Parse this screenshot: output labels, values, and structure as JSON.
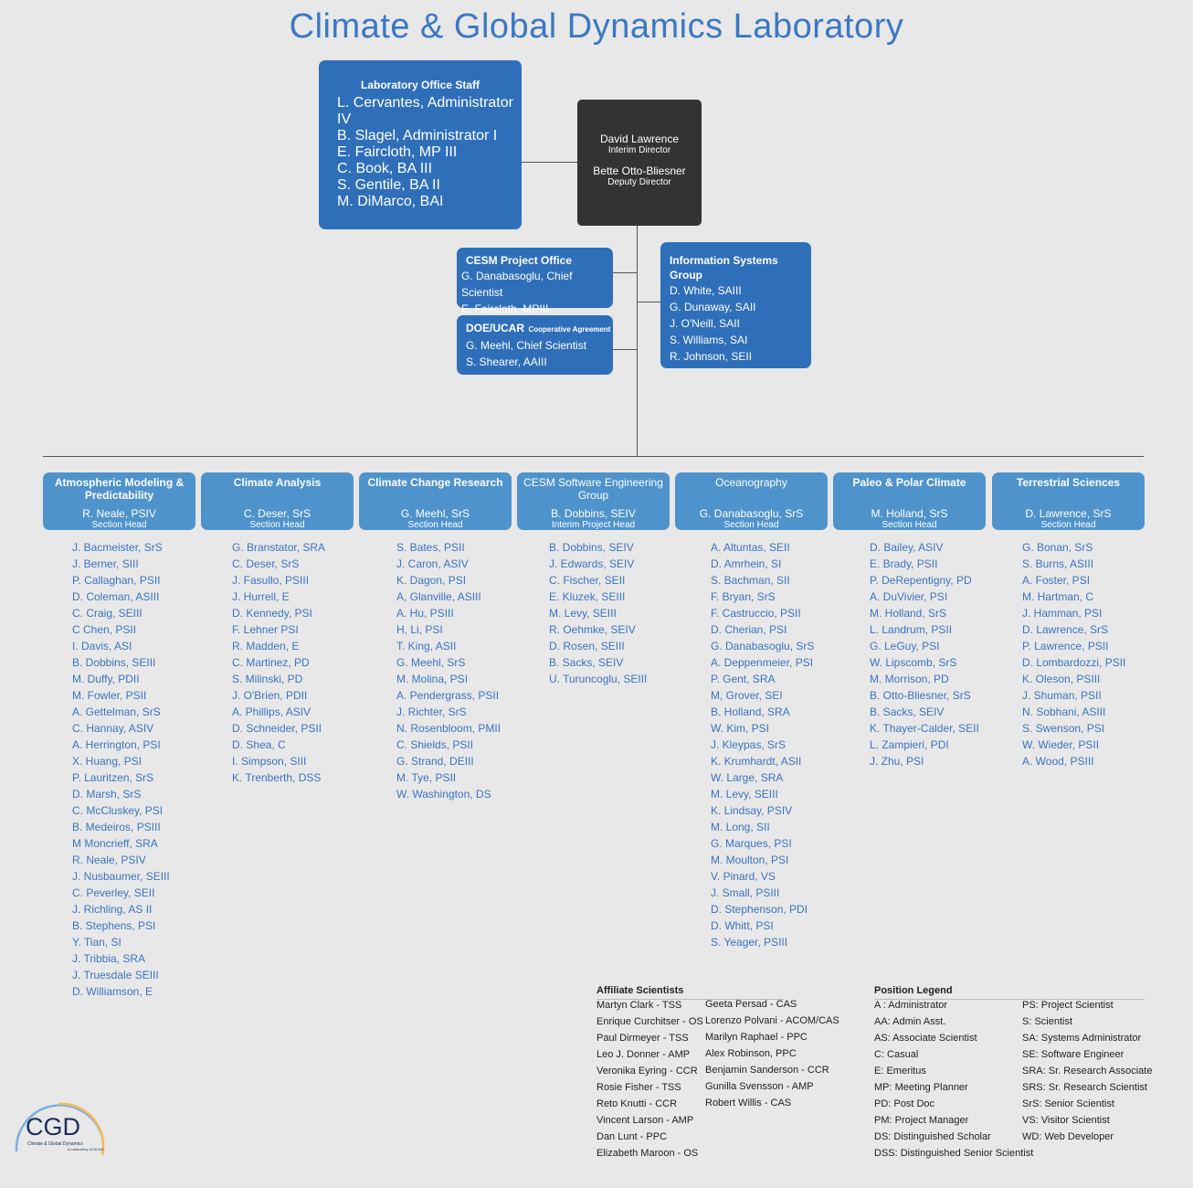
{
  "title": "Climate & Global Dynamics Laboratory",
  "office": {
    "title": "Laboratory Office Staff",
    "members": [
      "L. Cervantes, Administrator IV",
      "B. Slagel, Administrator I",
      "E. Faircloth, MP III",
      "C. Book, BA III",
      "S. Gentile, BA II",
      "M. DiMarco, BAI"
    ]
  },
  "director": {
    "name": "David Lawrence",
    "role": "Interim Director",
    "deputy_name": "Bette Otto-Bliesner",
    "deputy_role": "Deputy Director"
  },
  "cesm_office": {
    "title": "CESM Project Office",
    "members": [
      "G. Danabasoglu, Chief Scientist",
      "E. Faircloth, MPIII"
    ]
  },
  "doe": {
    "title": "DOE/UCAR",
    "subtitle": "Cooperative Agreement",
    "members": [
      "G. Meehl, Chief Scientist",
      "S. Shearer, AAIII"
    ]
  },
  "isg": {
    "title": "Information Systems Group",
    "members": [
      "D. White, SAIII",
      "G. Dunaway, SAII",
      "J. O'Neill, SAII",
      "S. Williams, SAI",
      "R. Johnson, SEII"
    ]
  },
  "sections": [
    {
      "title": "Atmospheric Modeling & Predictability",
      "bold": true,
      "head": "R. Neale, PSIV",
      "role": "Section Head",
      "members": [
        "J. Bacmeister, SrS",
        "J. Berner, SIII",
        "P. Callaghan, PSII",
        "D. Coleman, ASIII",
        "C. Craig, SEIII",
        "C Chen, PSII",
        "I. Davis, ASI",
        "B. Dobbins, SEIII",
        "M. Duffy, PDII",
        "M. Fowler, PSII",
        "A. Gettelman, SrS",
        "C. Hannay, ASIV",
        "A. Herrington, PSI",
        "X. Huang, PSI",
        "P. Lauritzen, SrS",
        "D. Marsh, SrS",
        "C. McCluskey, PSI",
        "B. Medeiros, PSIII",
        "M Moncrieff, SRA",
        "R. Neale, PSIV",
        "J. Nusbaumer, SEIII",
        "C. Peverley, SEII",
        "J. Richling, AS II",
        "B. Stephens, PSI",
        "Y. Tian, SI",
        "J. Tribbia, SRA",
        "J. Truesdale SEIII",
        "D. Williamson, E"
      ]
    },
    {
      "title": "Climate Analysis",
      "bold": true,
      "head": "C. Deser, SrS",
      "role": "Section Head",
      "members": [
        "G. Branstator, SRA",
        "C. Deser, SrS",
        "J. Fasullo, PSIII",
        "J. Hurrell, E",
        "D. Kennedy, PSI",
        "F. Lehner PSI",
        "R. Madden, E",
        "C. Martinez, PD",
        "S. Milinski, PD",
        "J. O'Brien, PDII",
        "A. Phillips, ASIV",
        "D. Schneider, PSII",
        "D. Shea, C",
        "I. Simpson, SIII",
        "K. Trenberth, DSS"
      ]
    },
    {
      "title": "Climate Change Research",
      "bold": true,
      "head": "G. Meehl, SrS",
      "role": "Section Head",
      "members": [
        "S. Bates, PSII",
        "J. Caron, ASIV",
        "K. Dagon, PSI",
        "A, Glanville, ASIII",
        "A. Hu, PSIII",
        "H, Li, PSI",
        "T. King, ASII",
        "G. Meehl, SrS",
        "M. Molina, PSI",
        "A. Pendergrass, PSII",
        "J. Richter, SrS",
        "N. Rosenbloom, PMII",
        "C. Shields, PSII",
        "G. Strand, DEIII",
        "M. Tye, PSII",
        "W. Washington, DS"
      ]
    },
    {
      "title": "CESM Software Engineering Group",
      "bold": false,
      "head": "B. Dobbins, SEIV",
      "role": "Interim Project Head",
      "members": [
        "B. Dobbins, SEIV",
        "J. Edwards, SEIV",
        "C. Fischer, SEII",
        "E. Kluzek, SEIII",
        "M. Levy, SEIII",
        "R. Oehmke, SEIV",
        "D. Rosen, SEIII",
        "B. Sacks, SEIV",
        "U. Turuncoglu, SEIII"
      ]
    },
    {
      "title": "Oceanography",
      "bold": false,
      "head": "G. Danabasoglu, SrS",
      "role": "Section Head",
      "members": [
        "A. Altuntas, SEII",
        "D. Amrhein, SI",
        "S. Bachman, SII",
        "F. Bryan, SrS",
        "F. Castruccio, PSII",
        "D. Cherian, PSI",
        "G. Danabasoglu, SrS",
        "A. Deppenmeier, PSI",
        "P. Gent, SRA",
        "M, Grover, SEI",
        "B. Holland, SRA",
        "W. Kim, PSI",
        "J. Kleypas, SrS",
        "K. Krumhardt, ASII",
        "W. Large, SRA",
        "M. Levy, SEIII",
        "K. Lindsay, PSIV",
        "M. Long, SII",
        "G. Marques, PSI",
        "M. Moulton, PSI",
        "V. Pinard, VS",
        "J. Small, PSIII",
        "D. Stephenson, PDI",
        "D. Whitt, PSI",
        "S. Yeager, PSIII"
      ]
    },
    {
      "title": "Paleo & Polar Climate",
      "bold": true,
      "head": "M. Holland, SrS",
      "role": "Section Head",
      "members": [
        "D. Bailey, ASIV",
        "E. Brady, PSII",
        "P. DeRepentigny, PD",
        "A. DuVivier, PSI",
        "M. Holland, SrS",
        "L. Landrum, PSII",
        "G. LeGuy, PSI",
        "W. Lipscomb, SrS",
        "M. Morrison, PD",
        "B. Otto-Bliesner, SrS",
        "B. Sacks, SEIV",
        "K. Thayer-Calder, SEII",
        "L. Zampieri, PDI",
        "J. Zhu, PSI"
      ]
    },
    {
      "title": "Terrestrial Sciences",
      "bold": true,
      "head": "D. Lawrence, SrS",
      "role": "Section Head",
      "members": [
        "G. Bonan, SrS",
        "S. Burns, ASIII",
        "A. Foster, PSI",
        "M. Hartman, C",
        "J. Hamman, PSI",
        "D. Lawrence, SrS",
        "P. Lawrence, PSII",
        "D. Lombardozzi, PSII",
        "K. Oleson, PSIII",
        "J. Shuman, PSII",
        "N. Sobhani, ASIII",
        "S. Swenson, PSI",
        "W. Wieder, PSII",
        "A. Wood, PSIII"
      ]
    }
  ],
  "affiliates": {
    "title": "Affiliate Scientists",
    "col1": [
      "Martyn Clark - TSS",
      "Enrique Curchitser - OS",
      "Paul Dirmeyer - TSS",
      "Leo J. Donner - AMP",
      "Veronika Eyring - CCR",
      "Rosie Fisher - TSS",
      "Reto Knutti - CCR",
      "Vincent Larson - AMP",
      "Dan Lunt - PPC",
      "Elizabeth Maroon - OS"
    ],
    "col2": [
      "Geeta Persad - CAS",
      "Lorenzo Polvani - ACOM/CAS",
      "Marilyn Raphael - PPC",
      "Alex Robinson, PPC",
      "Benjamin Sanderson - CCR",
      "Gunilla Svensson - AMP",
      "Robert Willis - CAS"
    ]
  },
  "legend": {
    "title": "Position Legend",
    "col1": [
      "A : Administrator",
      "AA: Admin Asst.",
      "AS: Associate Scientist",
      "C: Casual",
      "E: Emeritus",
      "MP: Meeting Planner",
      "PD: Post Doc",
      "PM: Project Manager",
      "DS: Distinguished Scholar",
      "DSS: Distinguished Senior Scientist"
    ],
    "col2": [
      "PS: Project Scientist",
      "S: Scientist",
      "SA: Systems Administrator",
      "SE: Software Engineer",
      "SRA: Sr. Research Associate",
      "SRS: Sr. Research Scientist",
      "SrS: Senior Scientist",
      "VS: Visitor Scientist",
      "WD: Web Developer"
    ]
  },
  "logo": {
    "text": "CGD",
    "subtitle": "Climate & Global Dynamics",
    "tagline": "a Laboratory of NCAR"
  },
  "colors": {
    "box": "#2f6fba",
    "section": "#4f93cc",
    "director": "#333333",
    "text": "#3a74c2"
  }
}
